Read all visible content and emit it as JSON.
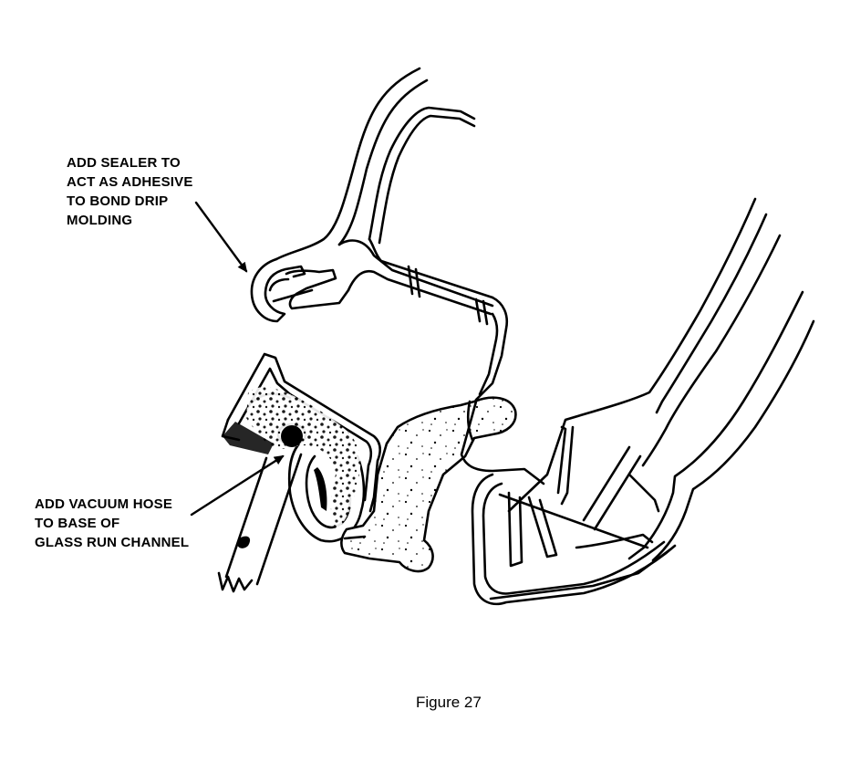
{
  "callouts": {
    "sealer": {
      "lines": [
        "ADD SEALER TO",
        "ACT AS ADHESIVE",
        "TO BOND DRIP",
        "MOLDING"
      ]
    },
    "vacuum_hose": {
      "lines": [
        "ADD VACUUM HOSE",
        "TO BASE OF",
        "GLASS RUN CHANNEL"
      ]
    }
  },
  "caption": "Figure 27",
  "colors": {
    "ink": "#000000",
    "paper": "#ffffff"
  }
}
